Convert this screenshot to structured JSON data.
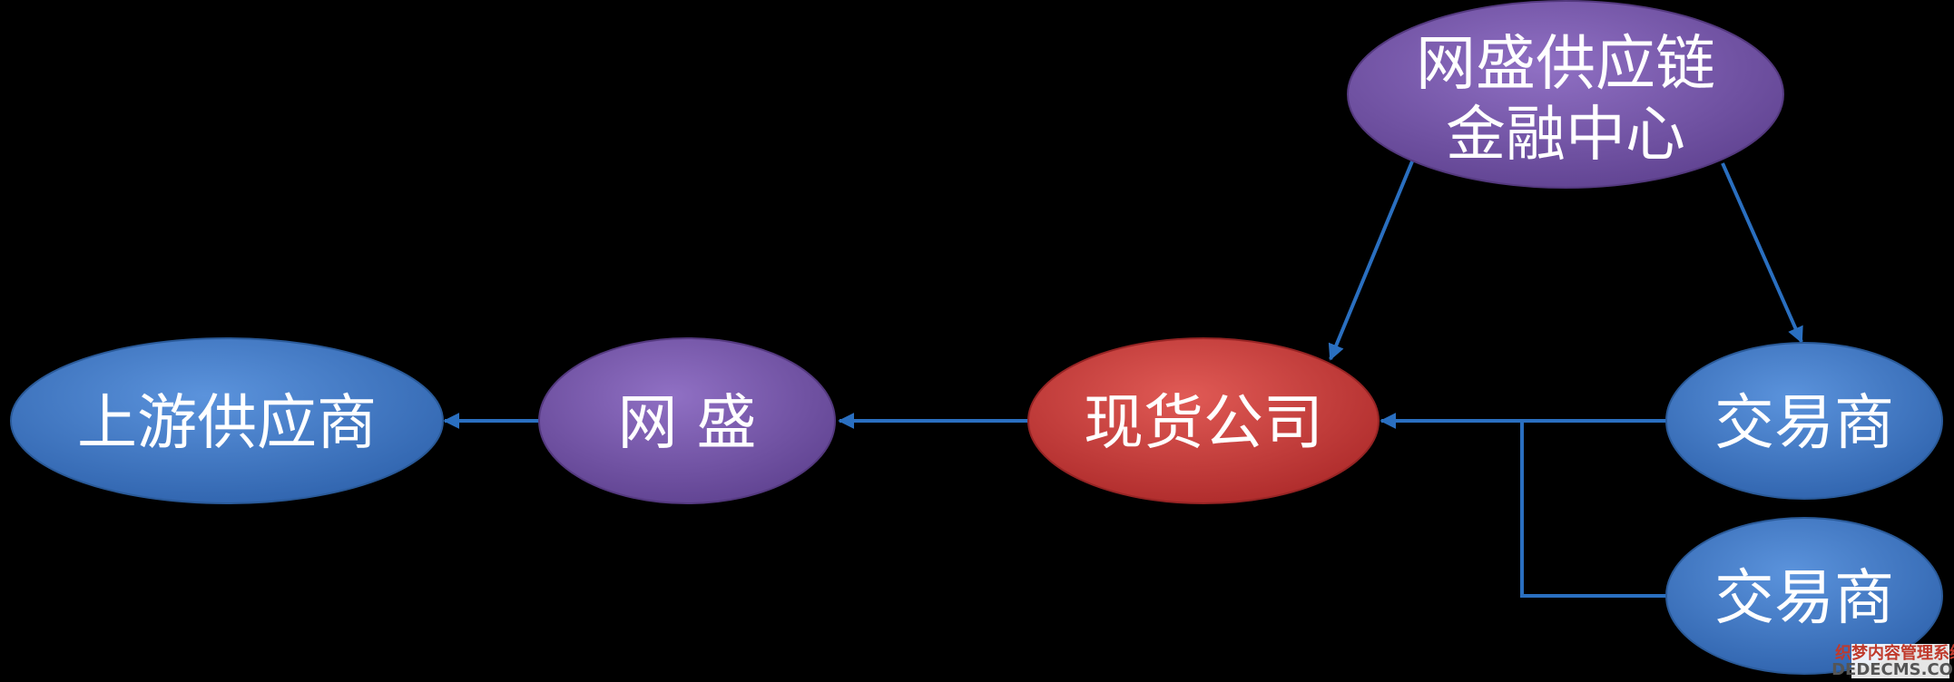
{
  "colors": {
    "background": "#000000",
    "blue_node": "#3e78c6",
    "purple_node": "#7a58ad",
    "red_node": "#cc3b39",
    "connector": "#2a6fc0"
  },
  "nodes": {
    "upstream_supplier": {
      "label": "上游供应商"
    },
    "wangsheng": {
      "label": "网 盛"
    },
    "spot_company": {
      "label": "现货公司"
    },
    "finance_center": {
      "line1": "网盛供应链",
      "line2": "金融中心"
    },
    "trader_top": {
      "label": "交易商"
    },
    "trader_bottom": {
      "label": "交易商"
    }
  },
  "watermark": {
    "line1": "织梦内容管理系统",
    "line2": "DEDECMS.COM"
  }
}
